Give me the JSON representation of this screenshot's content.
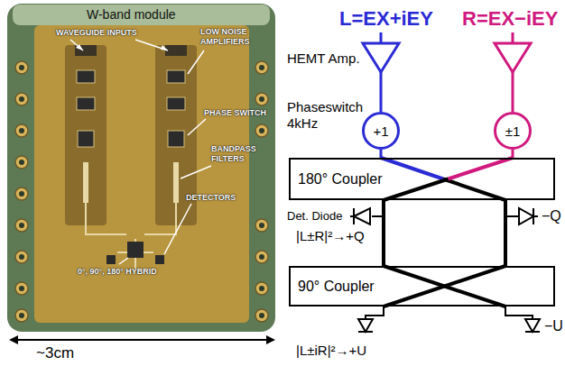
{
  "diagram": {
    "nodes": [
      {
        "text": [
          "+1"
        ]
      },
      {
        "text": [
          "±1"
        ]
      },
      {
        "text": [
          "180° Coupler"
        ]
      },
      {
        "text": [
          "90° Coupler"
        ]
      }
    ],
    "edges": [
      {
        "from": 0,
        "to": 2,
        "arrow": "none"
      },
      {
        "from": 1,
        "to": 2,
        "arrow": "none"
      },
      {
        "from": 2,
        "to": 3,
        "arrow": "none"
      }
    ],
    "labels": [
      "W-band module",
      "WAVEGUIDE INPUTS",
      "LOW NOISE AMPLIFIERS",
      "PHASE SWITCH",
      "BANDPASS FILTERS",
      "DETECTORS",
      "0°, 90°, 180° HYBRID",
      "~3cm",
      "L=EX+iEY",
      "R=EX−iEY",
      "HEMT Amp.",
      "Phaseswitch 4kHz",
      "Det. Diode",
      "|L±R|²→+Q",
      "−Q",
      "|L±iR|²→+U",
      "−U"
    ]
  }
}
